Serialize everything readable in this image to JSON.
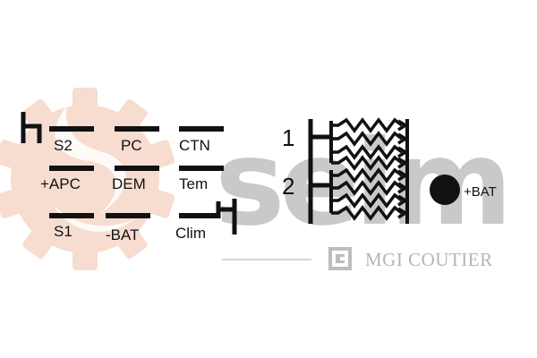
{
  "connector": {
    "pins": [
      {
        "id": "s2",
        "label": "S2"
      },
      {
        "id": "pc",
        "label": "PC"
      },
      {
        "id": "ctn",
        "label": "CTN"
      },
      {
        "id": "apc",
        "label": "+APC"
      },
      {
        "id": "dem",
        "label": "DEM"
      },
      {
        "id": "tem",
        "label": "Tem"
      },
      {
        "id": "s1",
        "label": "S1"
      },
      {
        "id": "bat-neg",
        "label": "-BAT"
      },
      {
        "id": "clim",
        "label": "Clim"
      }
    ]
  },
  "resistor_bank": {
    "terminal_1": "1",
    "terminal_2": "2",
    "supply_label": "+BAT"
  },
  "watermark": {
    "logo_text": "seim",
    "brand": "MGI COUTIER",
    "colors": {
      "gear": "#f7dcd0",
      "seim": "#c9c9c9",
      "brand": "#b5b5b5"
    }
  }
}
